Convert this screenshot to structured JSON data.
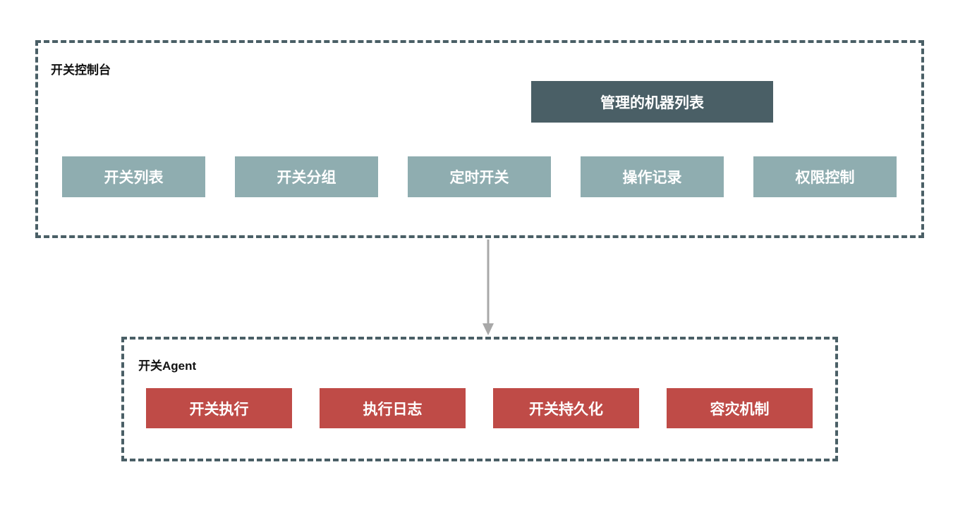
{
  "colors": {
    "slate": "#4A5F66",
    "teal": "#8FADB0",
    "red": "#BF4B47",
    "arrow": "#A8A8A8",
    "label": "#111111",
    "box_text": "#FFFFFF",
    "background": "#FFFFFF"
  },
  "console": {
    "label": "开关控制台",
    "machine_list_label": "管理的机器列表",
    "modules": [
      {
        "label": "开关列表"
      },
      {
        "label": "开关分组"
      },
      {
        "label": "定时开关"
      },
      {
        "label": "操作记录"
      },
      {
        "label": "权限控制"
      }
    ]
  },
  "agent": {
    "label": "开关Agent",
    "modules": [
      {
        "label": "开关执行"
      },
      {
        "label": "执行日志"
      },
      {
        "label": "开关持久化"
      },
      {
        "label": "容灾机制"
      }
    ]
  },
  "connector": {
    "direction": "down"
  }
}
